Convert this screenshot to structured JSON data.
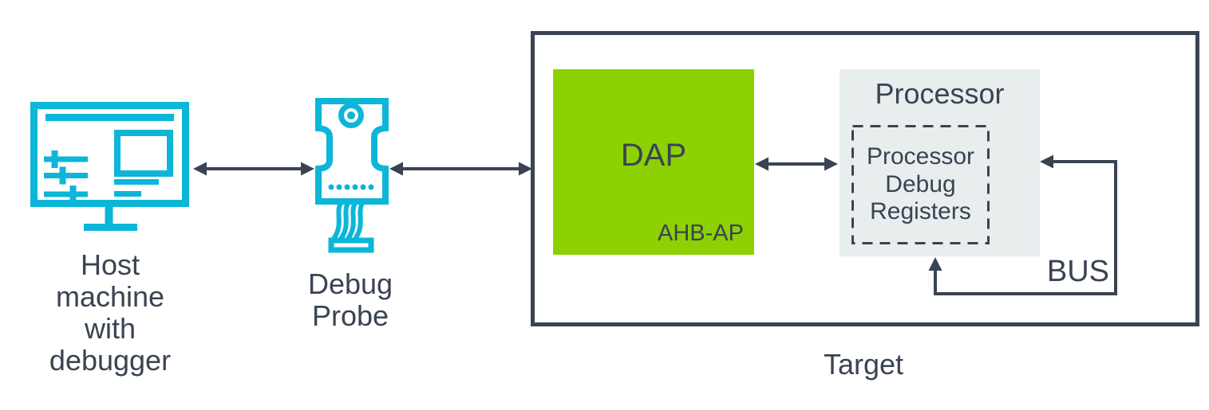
{
  "diagram": {
    "type": "block-diagram",
    "colors": {
      "accent_cyan": "#0cb6d8",
      "slate": "#3a4352",
      "dap_green": "#8dd103",
      "processor_gray": "#e8edee",
      "background": "#ffffff"
    },
    "host": {
      "lines": [
        "Host",
        "machine",
        "with",
        "debugger"
      ]
    },
    "probe": {
      "lines": [
        "Debug",
        "Probe"
      ]
    },
    "target": {
      "label": "Target",
      "dap": {
        "title": "DAP",
        "badge": "AHB-AP"
      },
      "processor": {
        "title": "Processor",
        "registers_lines": [
          "Processor",
          "Debug",
          "Registers"
        ]
      },
      "bus_label": "BUS"
    },
    "connections": [
      {
        "from": "host-machine",
        "to": "debug-probe",
        "style": "bidirectional-arrow"
      },
      {
        "from": "debug-probe",
        "to": "target",
        "style": "bidirectional-arrow"
      },
      {
        "from": "dap",
        "to": "processor",
        "style": "bidirectional-arrow"
      },
      {
        "from": "processor",
        "to": "processor",
        "style": "bus-loop",
        "label": "BUS"
      }
    ]
  }
}
